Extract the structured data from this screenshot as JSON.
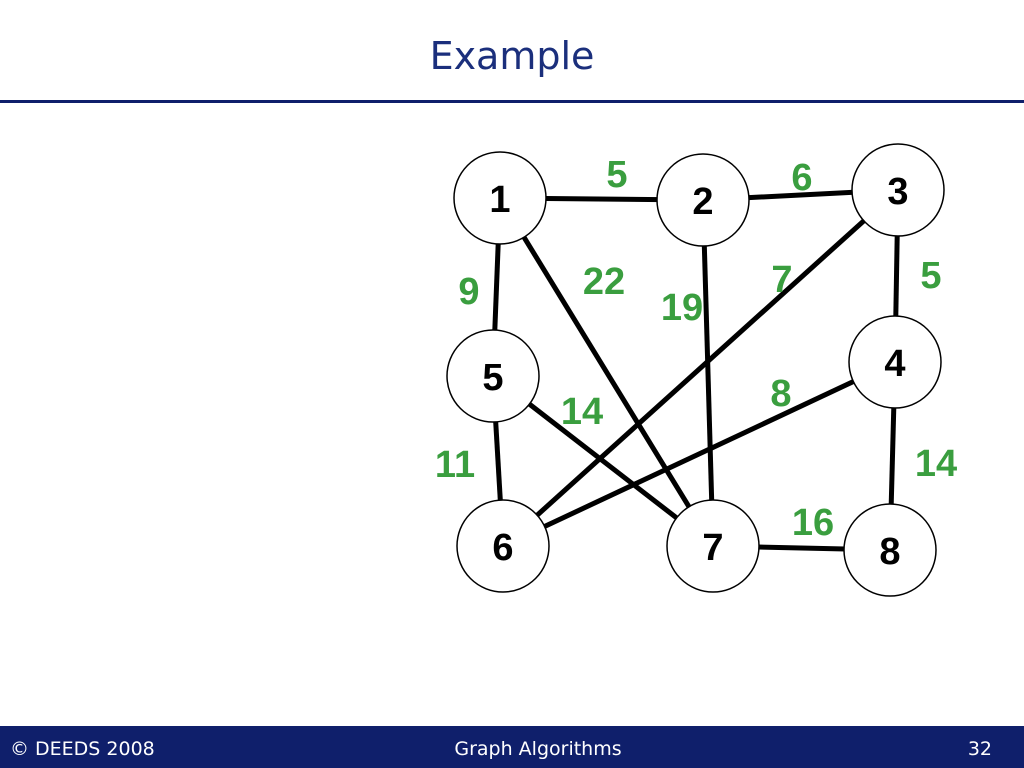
{
  "slide": {
    "title": "Example",
    "footer_left": "© DEEDS 2008",
    "footer_center": "Graph Algorithms",
    "footer_right": "32"
  },
  "colors": {
    "title": "#1b2f7c",
    "bar": "#0f1f6b",
    "weight": "#3a9e3f",
    "edge": "#000000"
  },
  "graph": {
    "nodes": [
      {
        "id": "1",
        "label": "1"
      },
      {
        "id": "2",
        "label": "2"
      },
      {
        "id": "3",
        "label": "3"
      },
      {
        "id": "4",
        "label": "4"
      },
      {
        "id": "5",
        "label": "5"
      },
      {
        "id": "6",
        "label": "6"
      },
      {
        "id": "7",
        "label": "7"
      },
      {
        "id": "8",
        "label": "8"
      }
    ],
    "edges": [
      {
        "from": "1",
        "to": "2",
        "weight": "5"
      },
      {
        "from": "2",
        "to": "3",
        "weight": "6"
      },
      {
        "from": "1",
        "to": "5",
        "weight": "9"
      },
      {
        "from": "1",
        "to": "7",
        "weight": "22"
      },
      {
        "from": "3",
        "to": "6",
        "weight": "7"
      },
      {
        "from": "2",
        "to": "7",
        "weight": "19"
      },
      {
        "from": "3",
        "to": "4",
        "weight": "5"
      },
      {
        "from": "4",
        "to": "6",
        "weight": "8"
      },
      {
        "from": "5",
        "to": "7",
        "weight": "14"
      },
      {
        "from": "5",
        "to": "6",
        "weight": "11"
      },
      {
        "from": "4",
        "to": "8",
        "weight": "14"
      },
      {
        "from": "7",
        "to": "8",
        "weight": "16"
      }
    ]
  }
}
